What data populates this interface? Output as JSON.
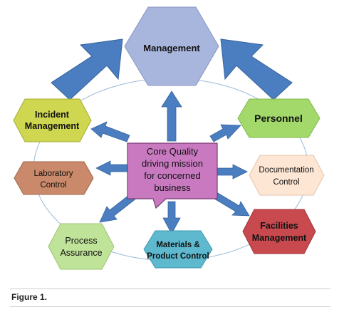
{
  "diagram": {
    "center": [
      "Core Quality",
      "driving mission",
      "for concerned",
      "business"
    ],
    "top": "Management",
    "nodes": {
      "incident": [
        "Incident",
        "Management"
      ],
      "laboratory": [
        "Laboratory",
        "Control"
      ],
      "process": [
        "Process",
        "Assurance"
      ],
      "materials": [
        "Materials &",
        "Product Control"
      ],
      "facilities": [
        "Facilities",
        "Management"
      ],
      "documentation": [
        "Documentation",
        "Control"
      ],
      "personnel": [
        "Personnel"
      ]
    }
  },
  "caption": "Figure 1.",
  "colors": {
    "arrow_blue": "#4a7ec0",
    "management": "#a8b6dd",
    "center": "#c979c0",
    "incident": "#cfd650",
    "laboratory": "#c9896a",
    "process": "#bfe398",
    "materials": "#5eb9cf",
    "facilities": "#c84a4f",
    "documentation": "#fde6d4",
    "personnel": "#a3d96a"
  }
}
